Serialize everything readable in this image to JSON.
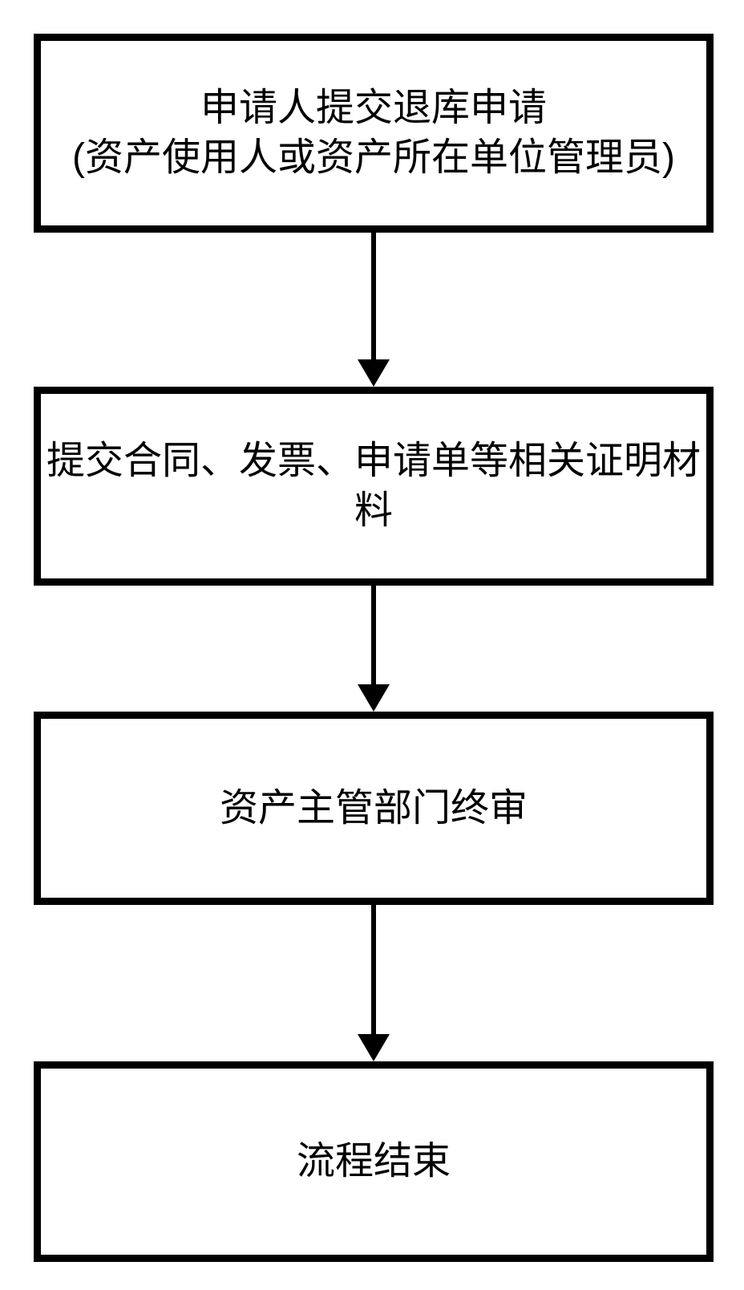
{
  "colors": {
    "background": "#ffffff",
    "box_border": "#000000",
    "text": "#000000",
    "arrow": "#000000"
  },
  "flowchart": {
    "type": "flowchart",
    "direction": "top-down",
    "nodes": [
      {
        "id": "step-1",
        "text": "申请人提交退库申请(资产使用人或资产所在单位管理员)",
        "lines": [
          "申请人提交退库申请",
          "(资产使用人或资产所在单位管理员)"
        ]
      },
      {
        "id": "step-2",
        "text": "提交合同、发票、申请单等相关证明材料",
        "lines": [
          "提交合同、发票、申请单等相关证明材",
          "料"
        ]
      },
      {
        "id": "step-3",
        "text": "资产主管部门终审",
        "lines": [
          "资产主管部门终审"
        ]
      },
      {
        "id": "step-4",
        "text": "流程结束",
        "lines": [
          "流程结束"
        ]
      }
    ],
    "connectors": [
      {
        "from": "step-1",
        "to": "step-2",
        "type": "arrow-down"
      },
      {
        "from": "step-2",
        "to": "step-3",
        "type": "arrow-down"
      },
      {
        "from": "step-3",
        "to": "step-4",
        "type": "arrow-down"
      }
    ]
  }
}
